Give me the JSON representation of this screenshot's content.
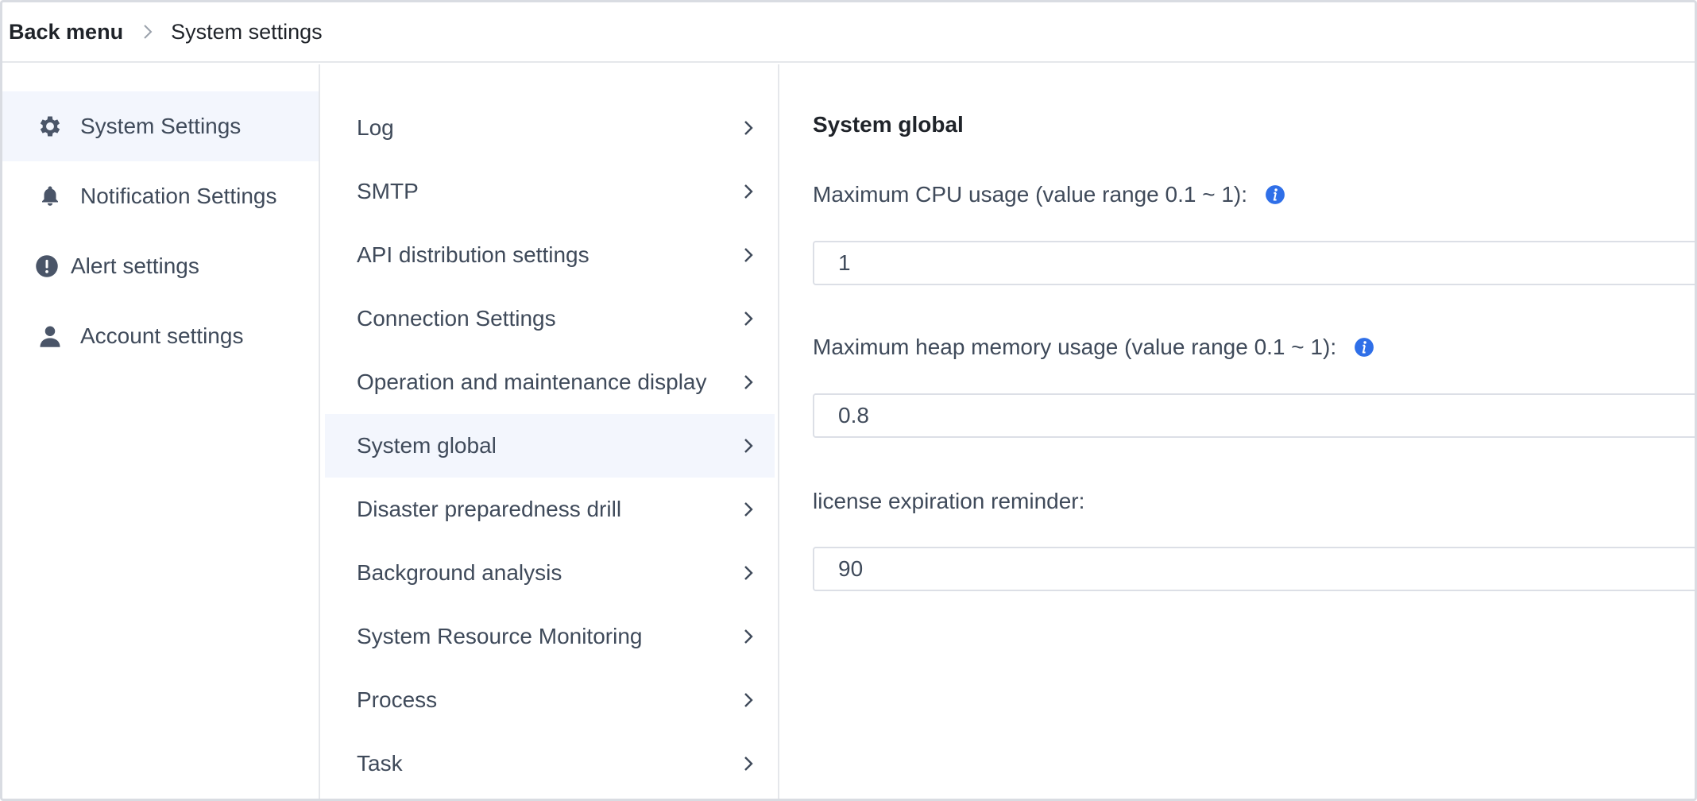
{
  "breadcrumb": {
    "back_label": "Back menu",
    "current_label": "System settings"
  },
  "sidebar": {
    "items": [
      {
        "label": "System Settings",
        "icon": "gear-icon",
        "active": true
      },
      {
        "label": "Notification Settings",
        "icon": "bell-icon",
        "active": false
      },
      {
        "label": "Alert settings",
        "icon": "alert-circle-icon",
        "active": false
      },
      {
        "label": "Account settings",
        "icon": "user-icon",
        "active": false
      }
    ]
  },
  "menu": {
    "items": [
      {
        "label": "Log"
      },
      {
        "label": "SMTP"
      },
      {
        "label": "API distribution settings"
      },
      {
        "label": "Connection Settings"
      },
      {
        "label": "Operation and maintenance display"
      },
      {
        "label": "System global",
        "active": true
      },
      {
        "label": "Disaster preparedness drill"
      },
      {
        "label": "Background analysis"
      },
      {
        "label": "System Resource Monitoring"
      },
      {
        "label": "Process"
      },
      {
        "label": "Task"
      }
    ]
  },
  "content": {
    "title": "System global",
    "fields": [
      {
        "label": "Maximum CPU usage (value range 0.1 ~ 1):",
        "value": "1",
        "has_info": true
      },
      {
        "label": "Maximum heap memory usage (value range 0.1 ~ 1):",
        "value": "0.8",
        "has_info": true
      },
      {
        "label": "license expiration reminder:",
        "value": "90",
        "has_info": false
      }
    ]
  },
  "colors": {
    "active_bg": "#f3f6fd",
    "info_blue": "#2f6fe8",
    "text": "#3f4a5a",
    "border": "#e5e7eb"
  }
}
